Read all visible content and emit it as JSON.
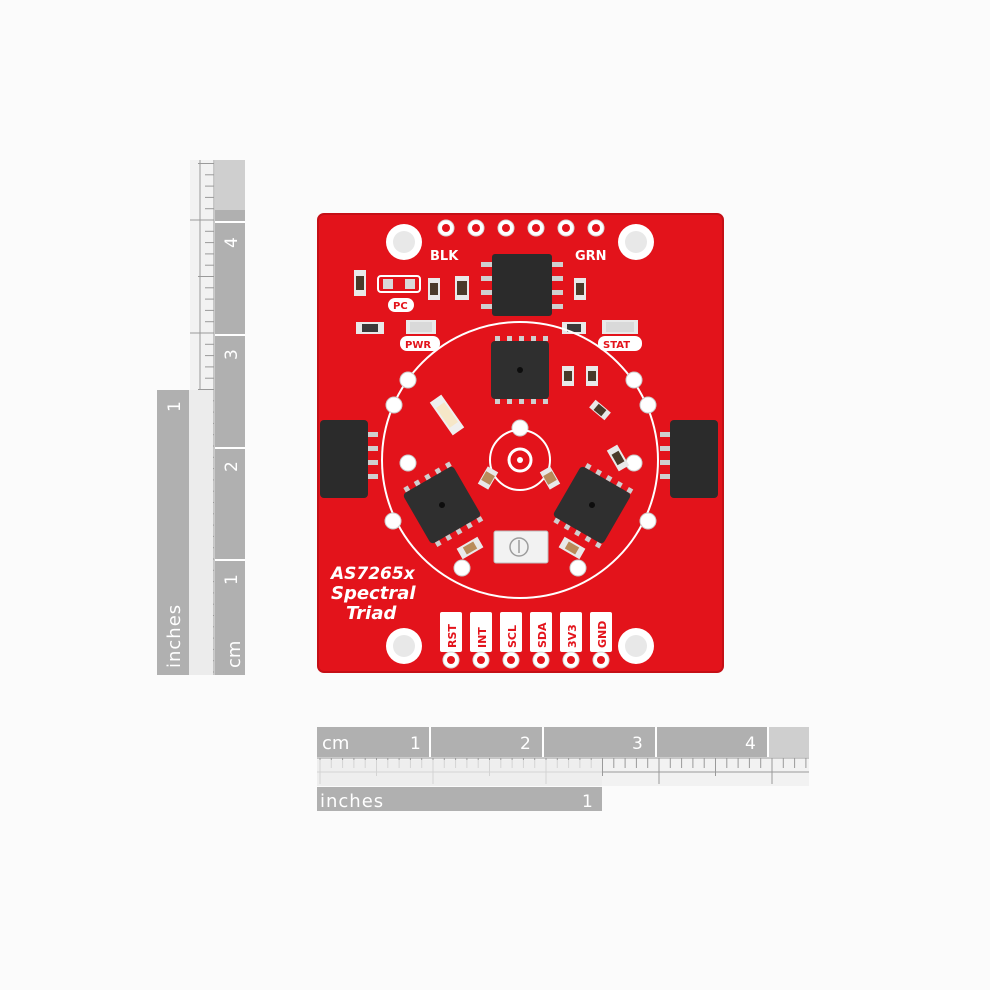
{
  "product": {
    "board_title_line1": "AS7265x",
    "board_title_line2": "Spectral",
    "board_title_line3": "Triad",
    "top_labels": {
      "blk": "BLK",
      "grn": "GRN"
    },
    "component_labels": {
      "pc": "PC",
      "pwr": "PWR",
      "stat": "STAT"
    },
    "bottom_pins": [
      "RST",
      "INT",
      "SCL",
      "SDA",
      "3V3",
      "GND"
    ]
  },
  "vertical_ruler": {
    "cm_label": "cm",
    "inches_label": "inches",
    "cm_ticks": [
      "1",
      "2",
      "3",
      "4"
    ],
    "inch_ticks": [
      "1"
    ]
  },
  "horizontal_ruler": {
    "cm_label": "cm",
    "inches_label": "inches",
    "cm_ticks": [
      "1",
      "2",
      "3",
      "4"
    ],
    "inch_ticks": [
      "1"
    ]
  },
  "colors": {
    "pcb_red": "#e3131b",
    "ruler_gray": "#a9a9a9",
    "chip_black": "#2b2b2b",
    "pad_silver": "#d9d9d9"
  }
}
